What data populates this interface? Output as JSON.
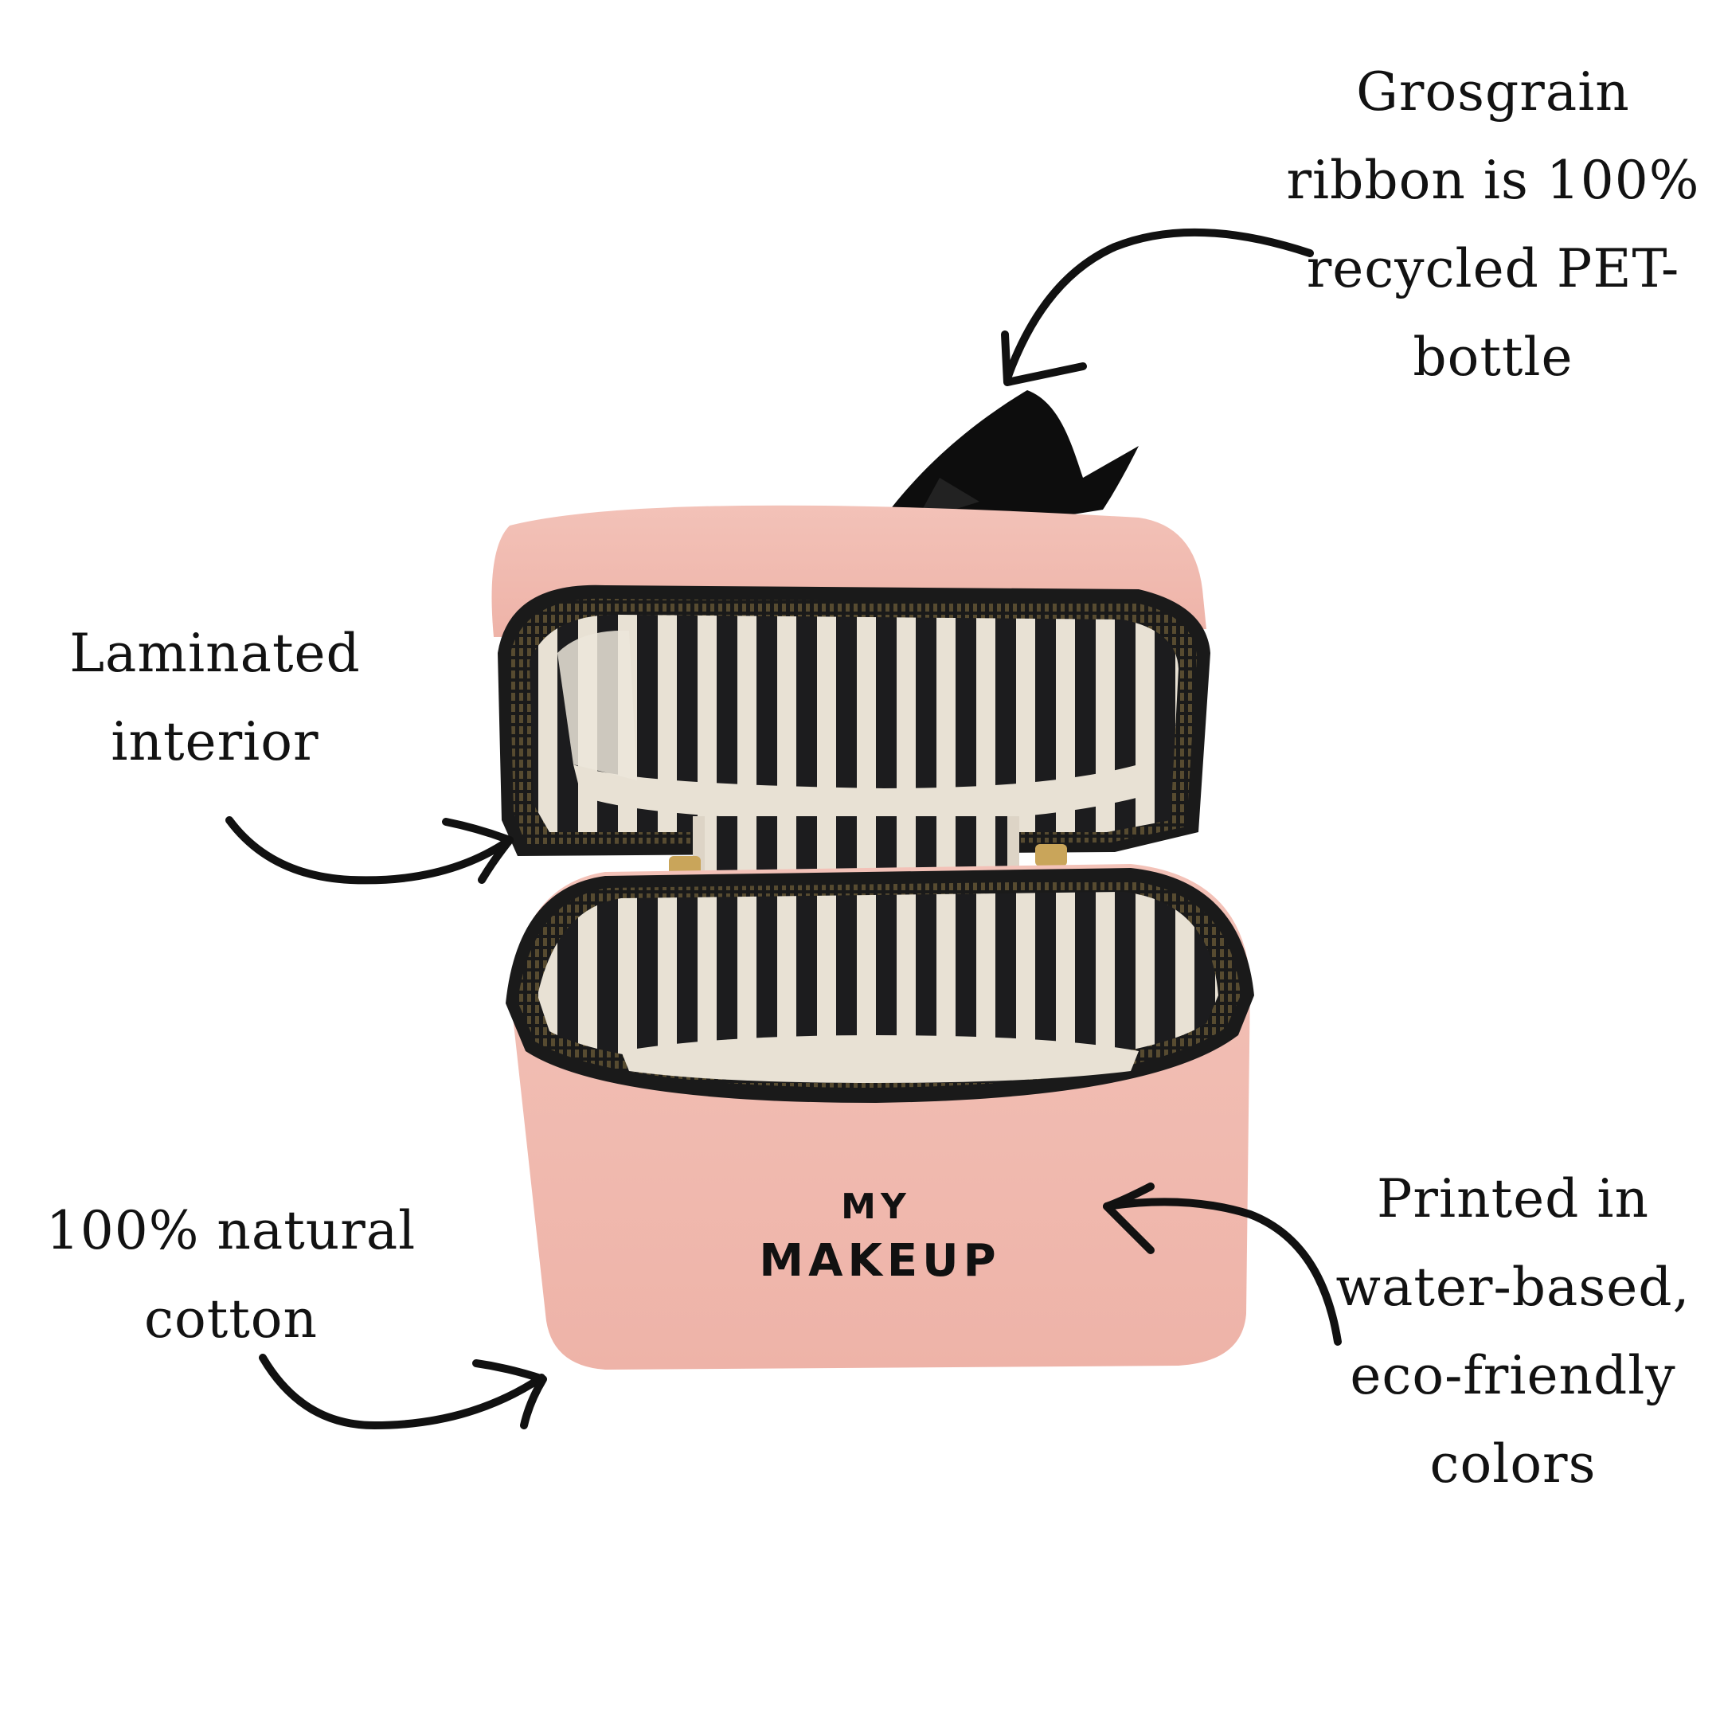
{
  "annotations": {
    "ribbon": {
      "lines": [
        "Grosgrain",
        "ribbon is 100%",
        "recycled PET-",
        "bottle"
      ]
    },
    "interior": {
      "lines": [
        "Laminated",
        "interior"
      ]
    },
    "cotton": {
      "lines": [
        "100% natural",
        "cotton"
      ]
    },
    "printed": {
      "lines": [
        "Printed in",
        "water-based,",
        "eco-friendly",
        "colors"
      ]
    }
  },
  "bag": {
    "print_lines": [
      "MY",
      "MAKEUP"
    ]
  },
  "colors": {
    "canvas_pink": "#f0b8ae",
    "stripe_dark": "#1c1c1e",
    "stripe_light": "#e8e1d4",
    "ribbon": "#0d0d0d",
    "zipper_gold": "#c9a55a",
    "text": "#121212"
  },
  "icons": {
    "arrows": [
      "curved-arrow-icon"
    ]
  }
}
